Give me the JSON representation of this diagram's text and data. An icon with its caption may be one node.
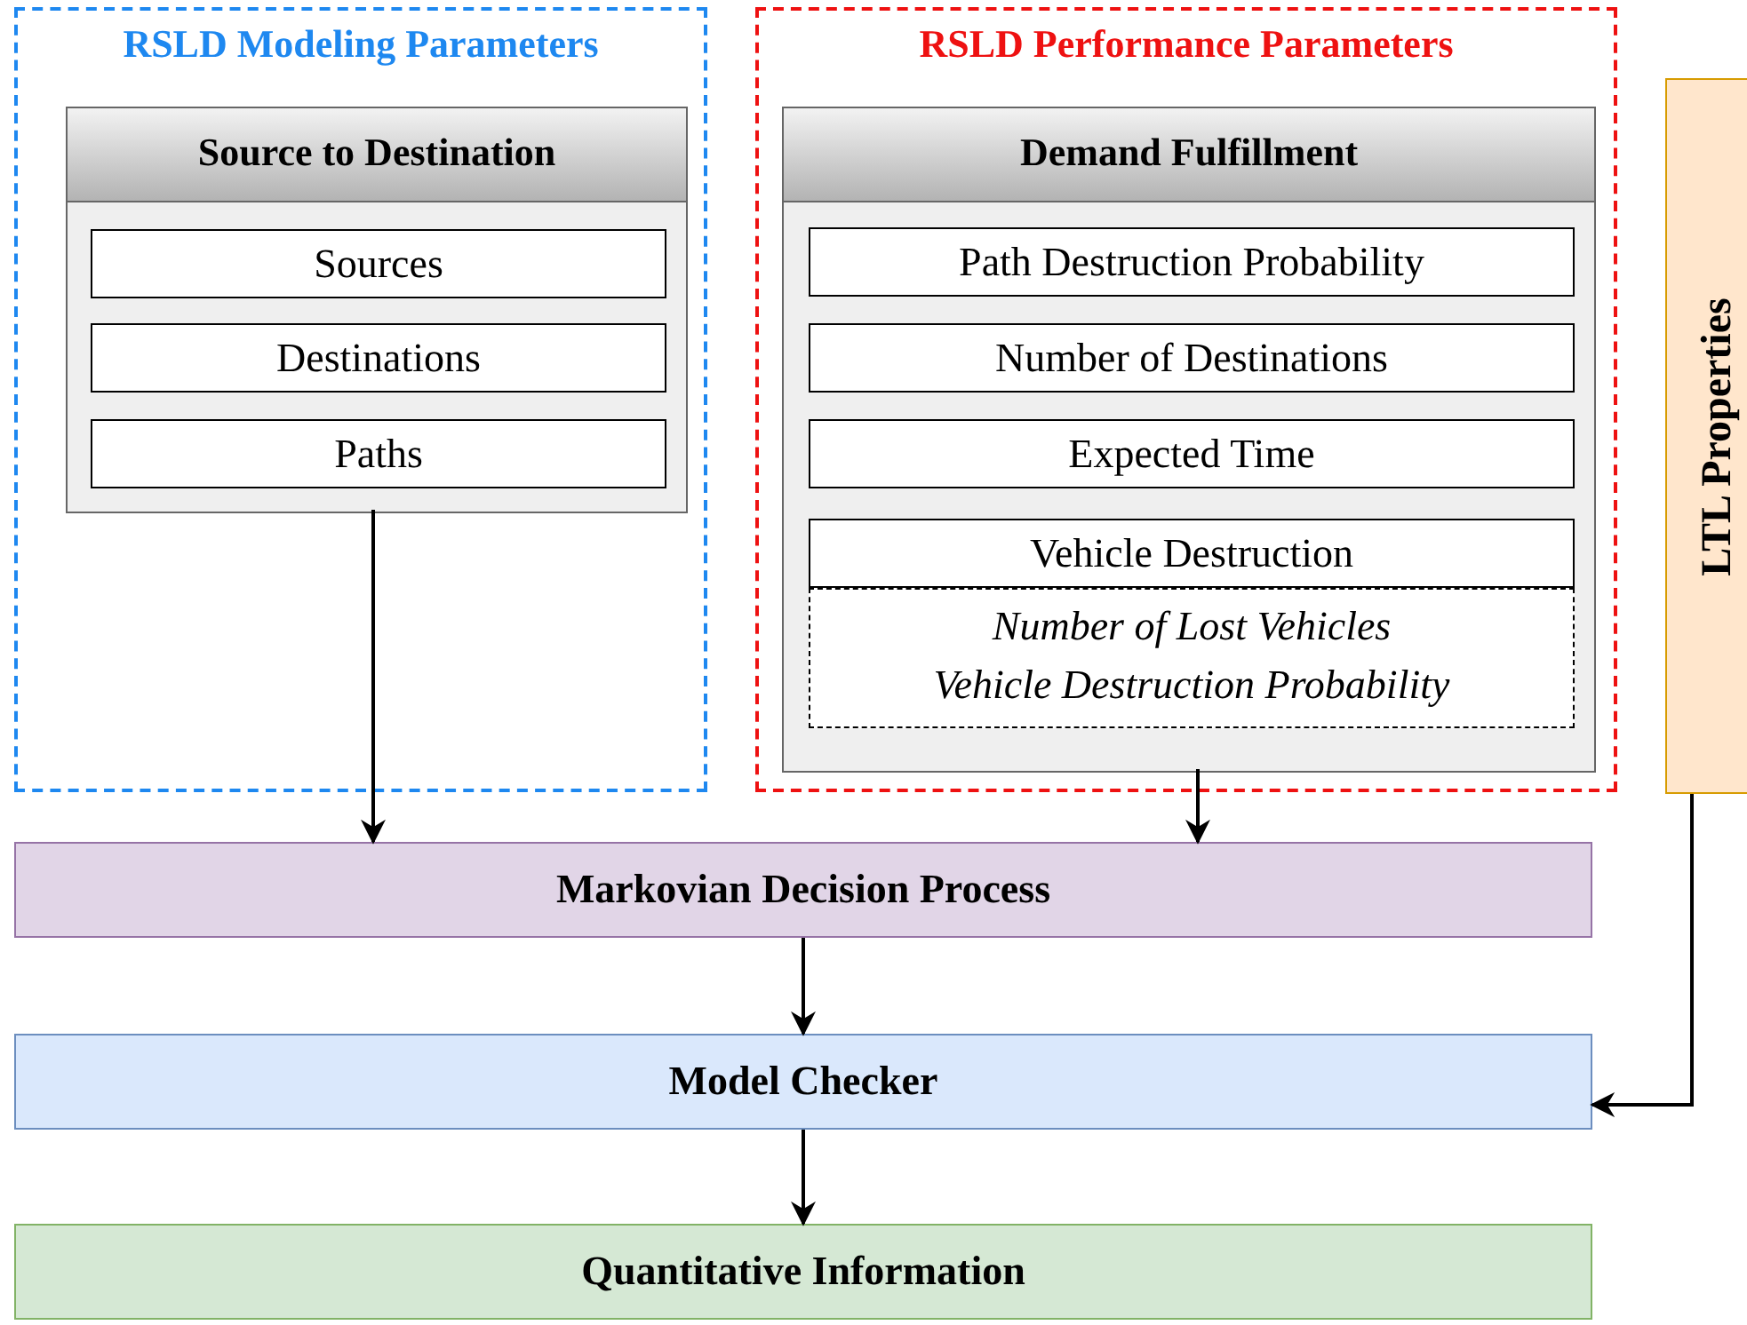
{
  "diagram": {
    "nodes": [
      {
        "text": [
          "RSLD Modeling Parameters"
        ]
      },
      {
        "text": [
          "Source to Destination"
        ],
        "in": 0
      },
      {
        "text": [
          "Sources"
        ],
        "in": 1
      },
      {
        "text": [
          "Destinations"
        ],
        "in": 1
      },
      {
        "text": [
          "Paths"
        ],
        "in": 1
      },
      {
        "text": [
          "RSLD Performance Parameters"
        ]
      },
      {
        "text": [
          "Demand Fulfillment"
        ],
        "in": 5
      },
      {
        "text": [
          "Path Destruction Probability"
        ],
        "in": 6
      },
      {
        "text": [
          "Number of Destinations"
        ],
        "in": 6
      },
      {
        "text": [
          "Expected Time"
        ],
        "in": 6
      },
      {
        "text": [
          "Vehicle Destruction"
        ],
        "in": 6
      },
      {
        "text": [
          "Number of Lost Vehicles",
          "Vehicle Destruction Probability"
        ],
        "in": 6
      },
      {
        "text": [
          "LTL Properties"
        ]
      },
      {
        "text": [
          "Markovian Decision Process"
        ]
      },
      {
        "text": [
          "Model Checker"
        ]
      },
      {
        "text": [
          "Quantitative Information"
        ]
      }
    ],
    "edges": [
      {
        "from": 1,
        "to": 13,
        "arrow": "to"
      },
      {
        "from": 6,
        "to": 13,
        "arrow": "to"
      },
      {
        "from": 13,
        "to": 14,
        "arrow": "to"
      },
      {
        "from": 14,
        "to": 15,
        "arrow": "to"
      },
      {
        "from": 12,
        "to": 14,
        "arrow": "to"
      }
    ]
  }
}
